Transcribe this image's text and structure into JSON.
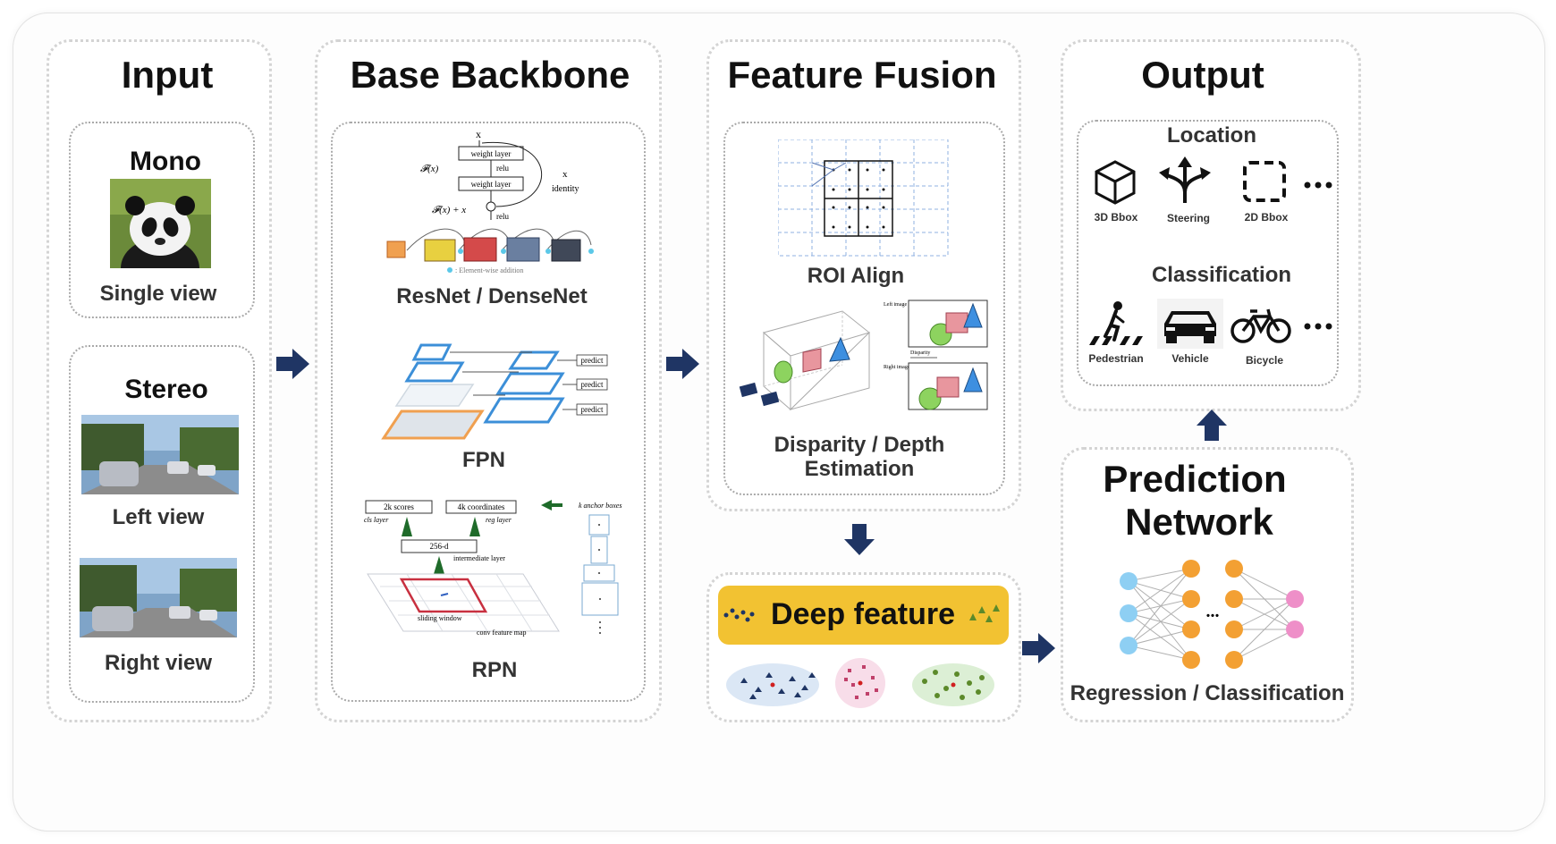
{
  "sections": {
    "input": {
      "title": "Input",
      "mono": {
        "title": "Mono",
        "caption": "Single view"
      },
      "stereo": {
        "title": "Stereo",
        "left_caption": "Left view",
        "right_caption": "Right view"
      }
    },
    "backbone": {
      "title": "Base Backbone",
      "resnet": {
        "caption": "ResNet / DenseNet",
        "x": "x",
        "fx": "𝓕(x)",
        "fx_plus_x": "𝓕(x) + x",
        "weight_layer_1": "weight layer",
        "weight_layer_2": "weight layer",
        "relu_1": "relu",
        "relu_2": "relu",
        "x_identity_x": "x",
        "identity": "identity",
        "legend": ": Element-wise addition"
      },
      "fpn": {
        "caption": "FPN",
        "predict_1": "predict",
        "predict_2": "predict",
        "predict_3": "predict"
      },
      "rpn": {
        "caption": "RPN",
        "scores": "2k scores",
        "coords": "4k coordinates",
        "cls_layer": "cls layer",
        "reg_layer": "reg layer",
        "dim": "256-d",
        "intermediate": "intermediate layer",
        "sliding": "sliding window",
        "conv_map": "conv feature map",
        "anchors": "k anchor boxes"
      }
    },
    "fusion": {
      "title": "Feature Fusion",
      "roi_caption": "ROI Align",
      "disparity_caption_line1": "Disparity / Depth",
      "disparity_caption_line2": "Estimation",
      "left_image": "Left image",
      "right_image": "Right image",
      "disparity": "Disparity",
      "deep_feature": "Deep feature"
    },
    "output": {
      "title": "Output",
      "location": {
        "title": "Location",
        "items": [
          "3D Bbox",
          "Steering",
          "2D Bbox"
        ],
        "more": "•••"
      },
      "classification": {
        "title": "Classification",
        "items": [
          "Pedestrian",
          "Vehicle",
          "Bicycle"
        ],
        "more": "•••"
      }
    },
    "prediction": {
      "title_line1": "Prediction",
      "title_line2": "Network",
      "dots": "...",
      "caption": "Regression / Classification"
    }
  },
  "colors": {
    "arrow": "#1f3564",
    "deep_feature_bg": "#f2c232",
    "node_input": "#8ecff3",
    "node_hidden": "#f3a033",
    "node_output": "#ee8fc8",
    "pink_shape": "#e8969e",
    "green_shape": "#8dd35f",
    "blue_triangle": "#3d8fe0",
    "fpn_blue": "#3c8fd8",
    "fpn_orange": "#f0a050",
    "rpn_red": "#c83040"
  }
}
